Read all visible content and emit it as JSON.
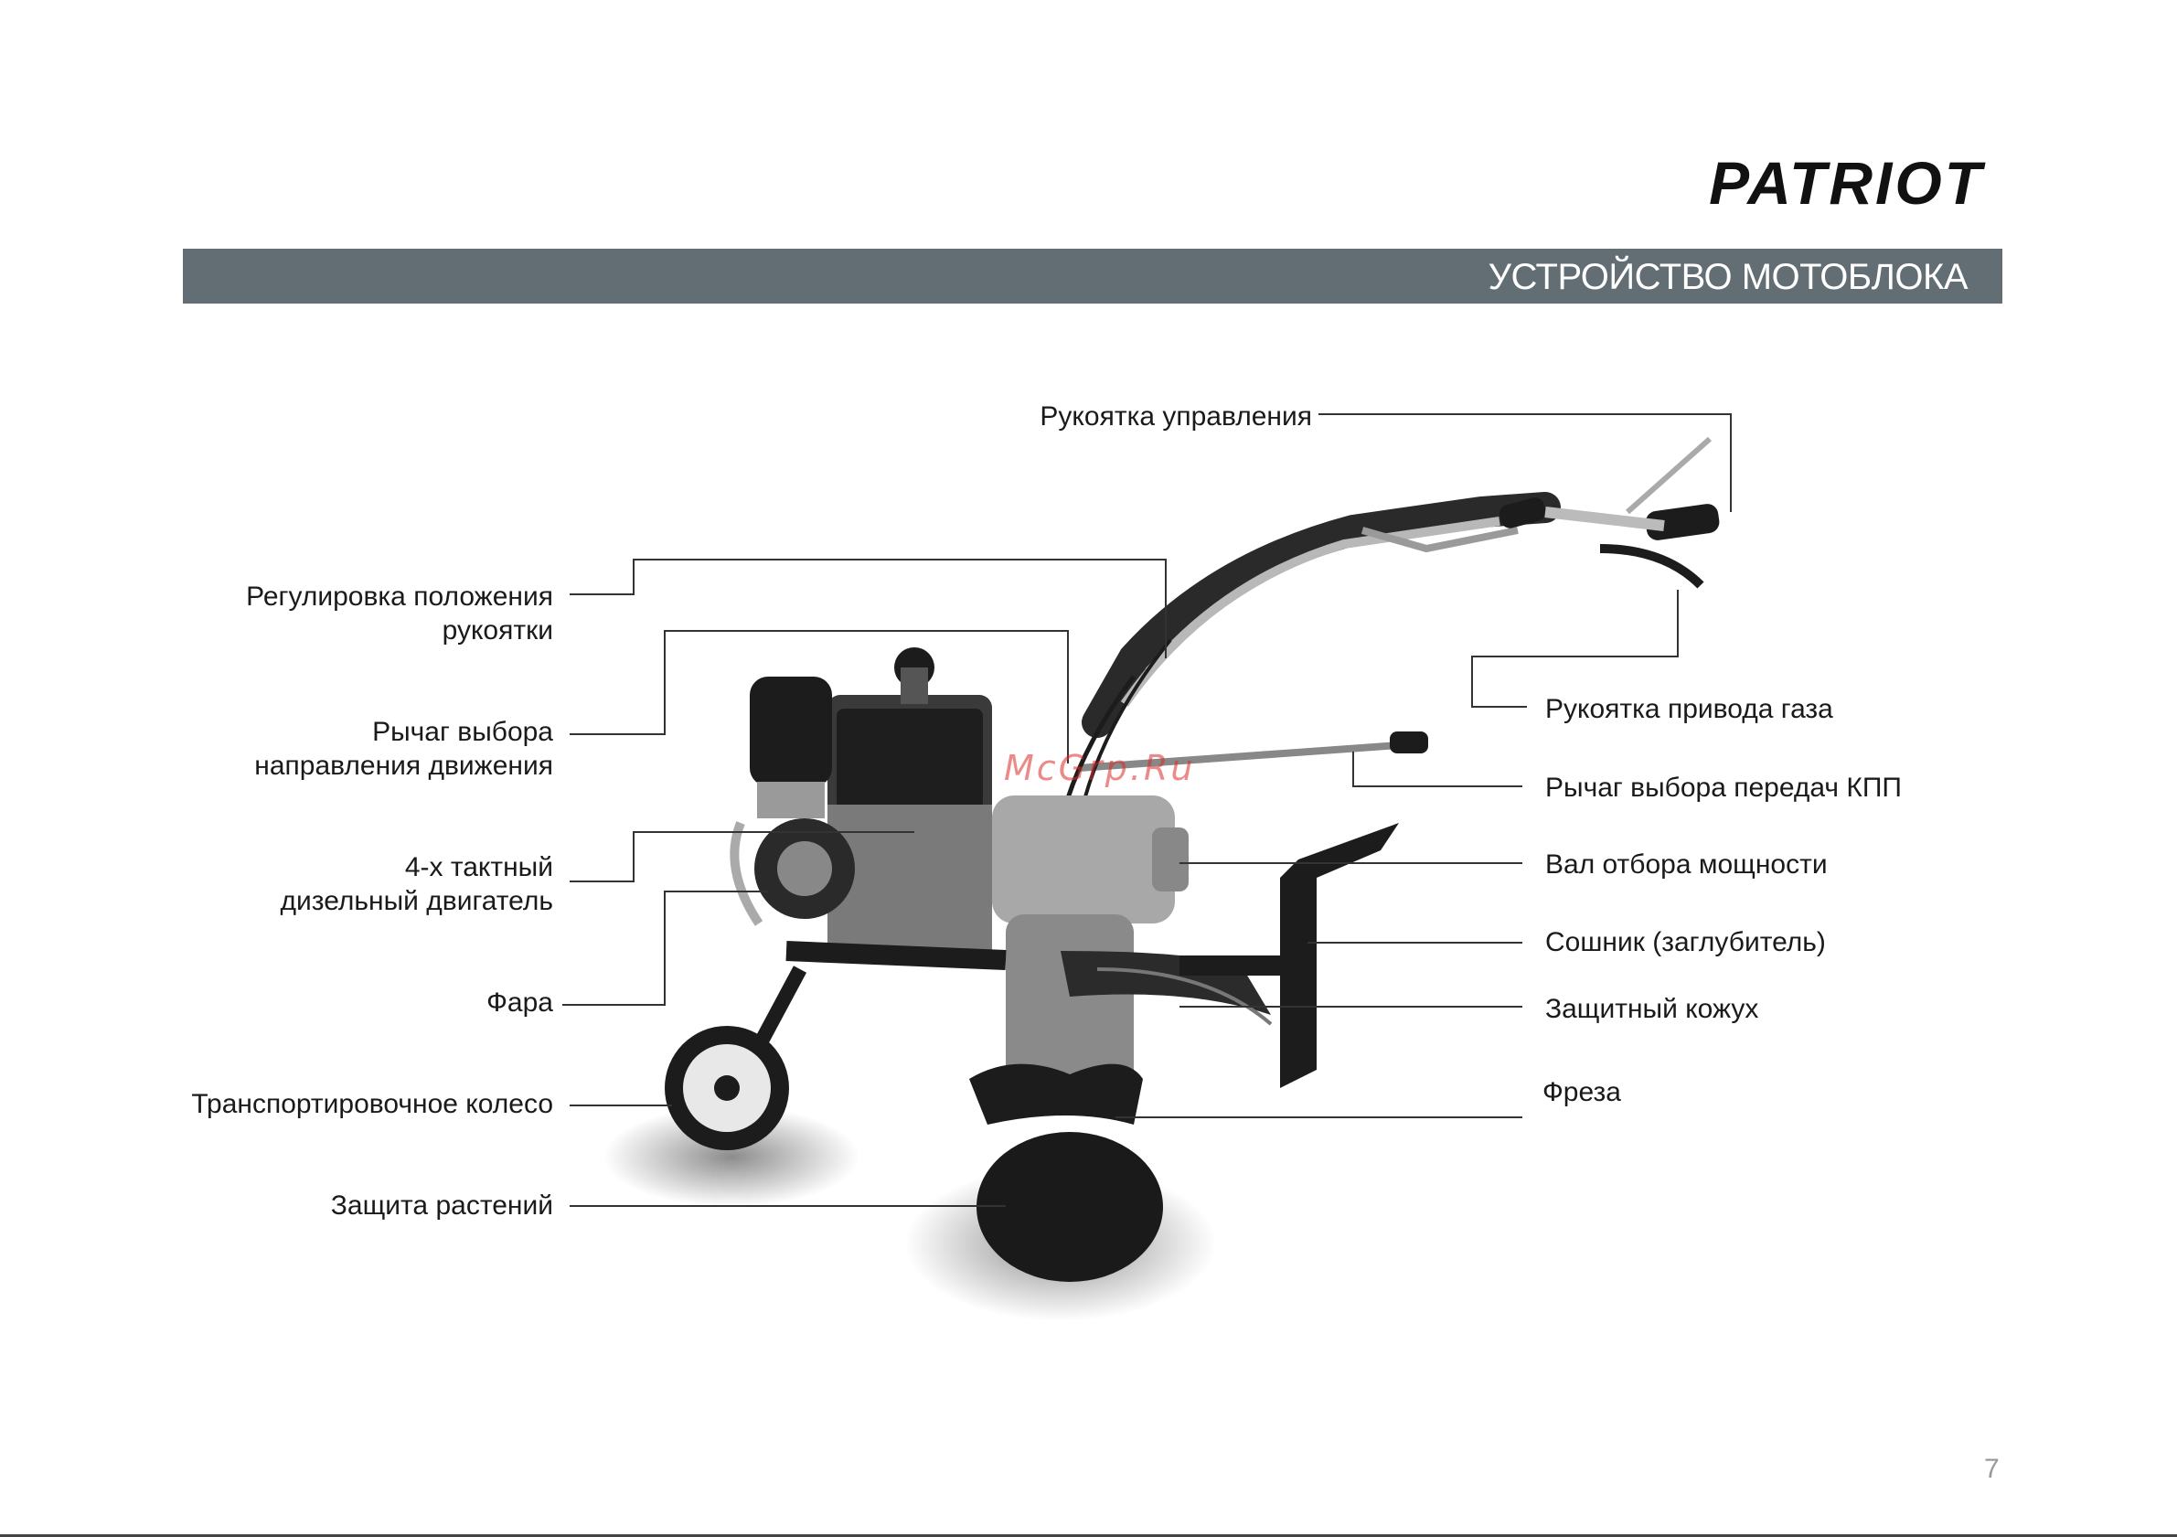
{
  "brand": {
    "logo_text": "PATRIOT"
  },
  "section": {
    "title": "УСТРОЙСТВО МОТОБЛОКА"
  },
  "watermark": "McGrp.Ru",
  "labels": {
    "control_handle": "Рукоятка управления",
    "handle_adjust_line1": "Регулировка положения",
    "handle_adjust_line2": "рукоятки",
    "direction_lever_line1": "Рычаг выбора",
    "direction_lever_line2": "направления движения",
    "engine_line1": "4-х тактный",
    "engine_line2": "дизельный двигатель",
    "headlight": "Фара",
    "transport_wheel": "Транспортировочное колесо",
    "plant_guard": "Защита растений",
    "throttle_handle": "Рукоятка привода газа",
    "gear_lever": "Рычаг выбора передач КПП",
    "pto_shaft": "Вал отбора мощности",
    "coulter": "Сошник (заглубитель)",
    "guard_cover": "Защитный кожух",
    "cutter": "Фреза"
  },
  "page_number": "7",
  "colors": {
    "title_bar": "#636e74",
    "line": "#333333"
  }
}
